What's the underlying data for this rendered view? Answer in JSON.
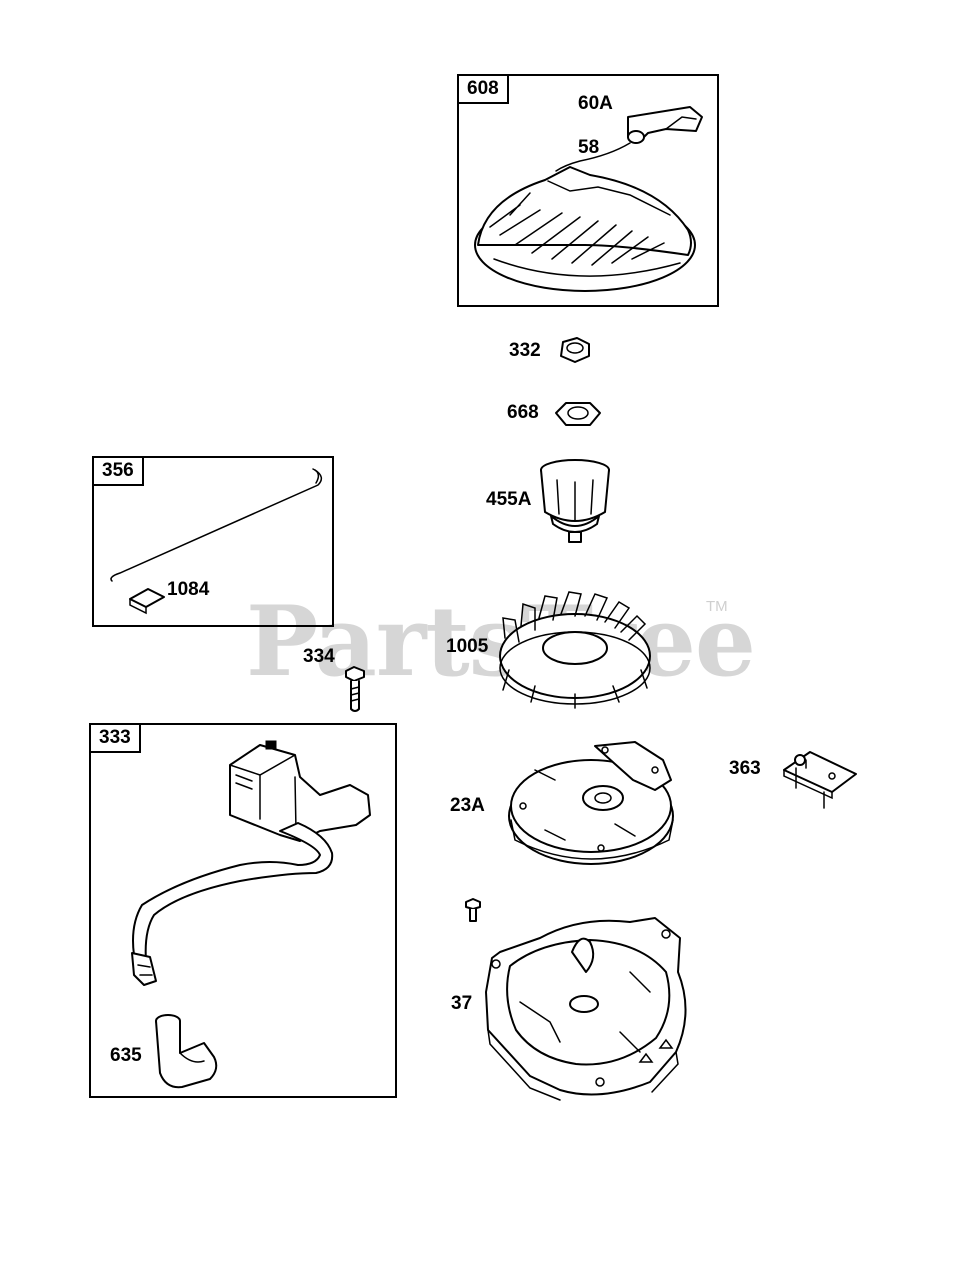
{
  "watermark": {
    "brand": "PartsTree",
    "trademark": "TM"
  },
  "boxes": {
    "recoil_starter": "608",
    "wire_assembly": "356",
    "ignition_armature": "333"
  },
  "labels": {
    "starter_handle": "60A",
    "starter_rope": "58",
    "nut": "332",
    "washer": "668",
    "starter_cup": "455A",
    "fan": "1005",
    "flywheel": "23A",
    "bracket": "363",
    "terminal": "1084",
    "screw": "334",
    "spark_plug_boot": "635",
    "blower_housing": "37"
  }
}
